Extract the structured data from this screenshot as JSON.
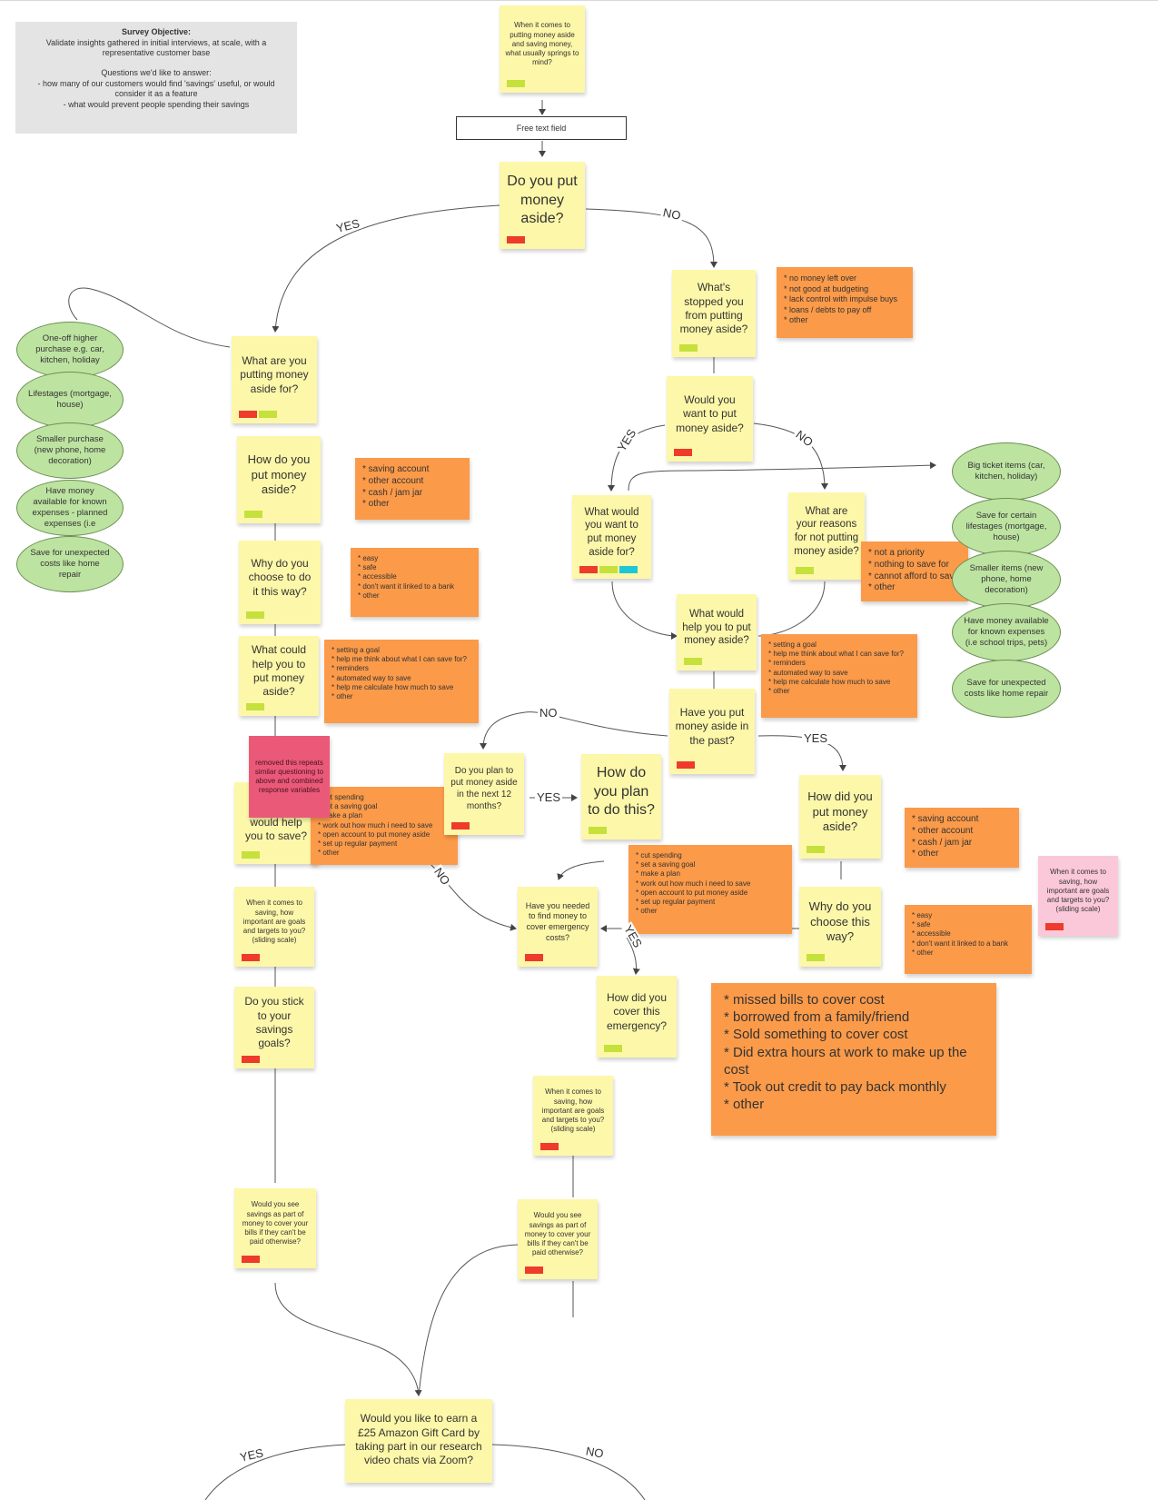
{
  "objective": {
    "title": "Survey Objective:",
    "line1": "Validate insights gathered in initial interviews, at scale, with a representative customer base",
    "line2": "Questions we'd like to answer:",
    "line3": "- how many of our customers would find 'savings' useful, or would consider it as a feature",
    "line4": "- what would prevent people spending their savings"
  },
  "free_text_field": "Free text field",
  "edge_labels": {
    "yes": "YES",
    "no": "NO"
  },
  "notes": {
    "springs_to_mind": "When it comes to putting money aside and saving money, what usually springs to mind?",
    "put_money_aside": "Do you put money aside?",
    "whats_stopped": "What's stopped you from putting money aside?",
    "stopped_reasons": "* no money left over\n* not good at budgeting\n* lack control with impulse buys\n* loans / debts to pay off\n* other",
    "putting_for": "What are you putting money aside for?",
    "how_put_aside": "How do you put money aside?",
    "how_options": "* saving account\n* other account\n* cash / jam jar\n* other",
    "why_choose": "Why do you choose to do it this way?",
    "why_options": "* easy\n* safe\n* accessible\n* don't want it linked to a bank\n* other",
    "what_could_help": "What could help you to put money aside?",
    "help_options": "* setting a goal\n* help me think about what I can save for?\n* reminders\n* automated way to save\n* help me calculate how much to save\n* other",
    "removed_note": "removed this repeats similar questioning to above and combined response variables",
    "would_help_save": "would help you to save?",
    "save_options": "* cut spending\n* set a saving goal\n* make a plan\n* work out how much i need to save\n* open account to put money aside\n* set up regular payment\n* other",
    "goals_importance": "When it comes to saving, how important are goals and targets to you? (sliding scale)",
    "stick_to_goals": "Do you stick to your savings goals?",
    "savings_bills": "Would you see savings as part of money to cover your bills if they can't be paid otherwise?",
    "want_to_put": "Would you want to put money aside?",
    "want_for": "What would you want to put money aside for?",
    "not_putting_reasons": "What are your reasons for not putting money aside?",
    "not_reasons_options": "* not a priority\n* nothing to save for\n* cannot afford to save\n* other",
    "would_help_put": "What would help you to put money aside?",
    "put_in_past": "Have you put money aside in the past?",
    "plan_next_12": "Do you plan to put money aside in the next 12 months?",
    "plan_how": "How do you plan to do this?",
    "how_did_put": "How did you put money aside?",
    "why_choose_way": "Why do you choose this way?",
    "emergency_costs": "Have you needed to find money to cover emergency costs?",
    "cover_emergency": "How did you cover this emergency?",
    "emergency_options": "* missed bills to cover cost\n* borrowed from a family/friend\n* Sold something to cover cost\n* Did extra hours at work to make up the cost\n* Took out credit to pay back monthly\n* other",
    "gift_card": "Would you like to earn a £25 Amazon Gift Card by taking part in our research video chats via Zoom?"
  },
  "left_ovals": [
    "One-off higher purchase e.g. car, kitchen, holiday",
    "Lifestages (mortgage, house)",
    "Smaller purchase (new phone, home decoration)",
    "Have money available for known expenses - planned expenses (i.e",
    "Save for unexpected costs like home repair"
  ],
  "right_ovals": [
    "Big ticket items (car, kitchen, holiday)",
    "Save for certain lifestages (mortgage, house)",
    "Smaller items (new phone, home decoration)",
    "Have money available for known expenses (i.e school trips, pets)",
    "Save for unexpected costs like home repair"
  ],
  "colors": {
    "sticky_yellow": "#fdf7a9",
    "sticky_orange": "#fb9a49",
    "sticky_pink": "#fbc8d9",
    "sticky_red": "#ea5a78",
    "oval_green": "#bde3a1",
    "tag_red": "#ee3b2b",
    "tag_lime": "#c6e03c",
    "tag_teal": "#1fc6d6"
  }
}
